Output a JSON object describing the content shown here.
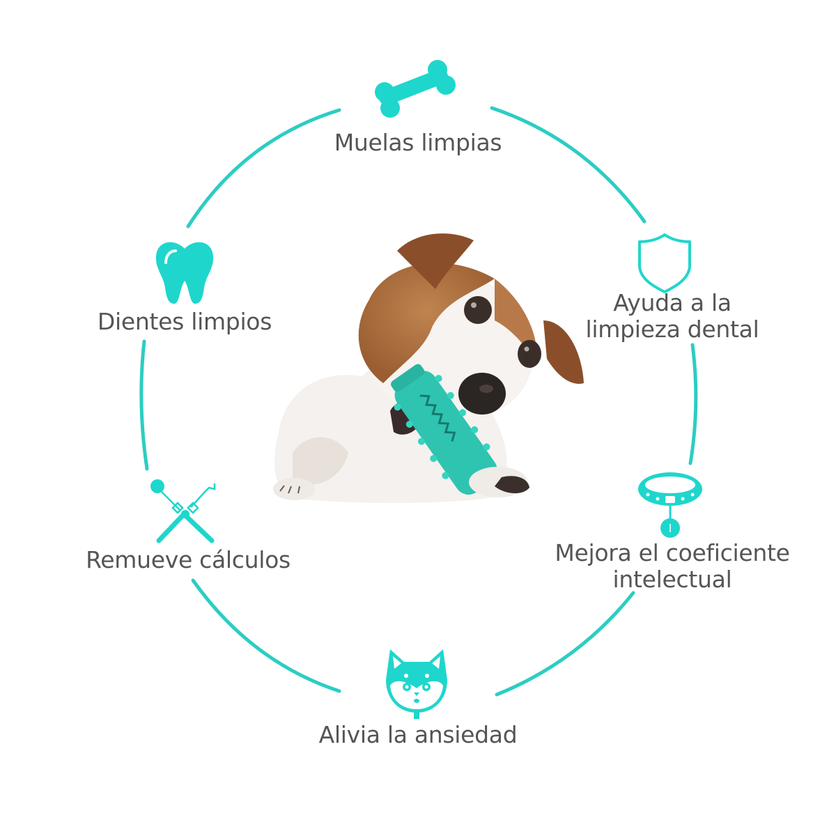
{
  "diagram": {
    "accent_color": "#1fd6cc",
    "ring_color": "#2ccdc3",
    "text_color": "#555555",
    "background": "#ffffff",
    "center_image": {
      "subject": "jack-russell-terrier-dog-chewing-teal-toothbrush-toy",
      "toy_color": "#2ec4b0"
    },
    "benefits": [
      {
        "id": "top",
        "icon": "bone-icon",
        "lines": [
          "Muelas limpias"
        ]
      },
      {
        "id": "upper-right",
        "icon": "shield-icon",
        "lines": [
          "Ayuda a la",
          "limpieza dental"
        ]
      },
      {
        "id": "lower-right",
        "icon": "dog-collar-icon",
        "lines": [
          "Mejora el coeficiente",
          "intelectual"
        ]
      },
      {
        "id": "bottom",
        "icon": "shiba-dog-face-icon",
        "lines": [
          "Alivia la ansiedad"
        ]
      },
      {
        "id": "lower-left",
        "icon": "dental-tools-icon",
        "lines": [
          "Remueve cálculos"
        ]
      },
      {
        "id": "upper-left",
        "icon": "tooth-icon",
        "lines": [
          "Dientes limpios"
        ]
      }
    ]
  }
}
